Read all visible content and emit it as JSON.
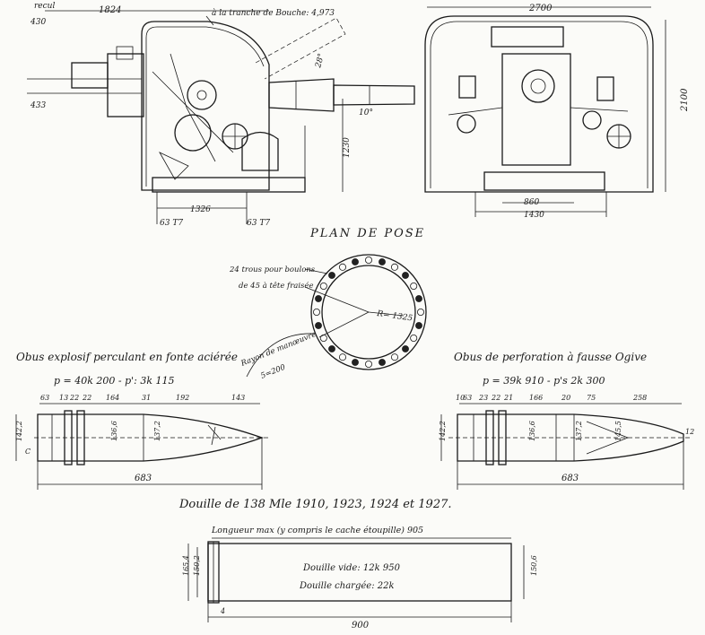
{
  "gun_side_view": {
    "recul_label": "recul",
    "recul_value": "430",
    "length_top": "1824",
    "muzzle_note": "à la tranche de Bouche: 4,973",
    "length_433": "433",
    "angle_28": "28°",
    "angle_10": "10°",
    "height_1230": "1230",
    "base_1326": "1326",
    "foot_left": "63 T7",
    "foot_right": "63 T7"
  },
  "gun_front_view": {
    "width_top": "2700",
    "height_right": "2100",
    "base_860": "860",
    "base_1430": "1430"
  },
  "plan_de_pose": {
    "title": "PLAN DE POSE",
    "holes_note": "24 trous pour boulons",
    "holes_note_2": "de 45 à tête fraisée",
    "radius_inner": "R= 1325",
    "radius_label": "Rayon de manœuvre",
    "radius_value": "5=200"
  },
  "shell_explosive": {
    "title": "Obus explosif perculant en fonte aciérée",
    "weights": "p = 40k 200 - p': 3k 115",
    "dims_top": [
      "63",
      "13",
      "22",
      "22",
      "164",
      "31",
      "192",
      "143"
    ],
    "dim_left": "142,2",
    "dim_body": "136,6",
    "dim_band": "137,2",
    "dim_c": "C",
    "total": "683"
  },
  "shell_perforation": {
    "title": "Obus de perforation à fausse Ogive",
    "weights": "p = 39k 910 - p's 2k 300",
    "dims_top": [
      "10",
      "63",
      "23",
      "22",
      "21",
      "166",
      "20",
      "75",
      "258"
    ],
    "dim_left": "142,2",
    "dim_body": "136,6",
    "dim_band": "137,2",
    "dim_ogive": "145,5",
    "dim_tip": "12",
    "total": "683"
  },
  "casing": {
    "title": "Douille de 138 Mle 1910, 1923, 1924 et 1927.",
    "length_note": "Longueur max (y compris le cache étoupille) 905",
    "empty_weight": "Douille vide: 12k 950",
    "loaded_weight": "Douille chargée: 22k",
    "dim_left_a": "165,4",
    "dim_left_b": "150,2",
    "dim_right": "150,6",
    "dim_rim": "4",
    "total": "900"
  }
}
